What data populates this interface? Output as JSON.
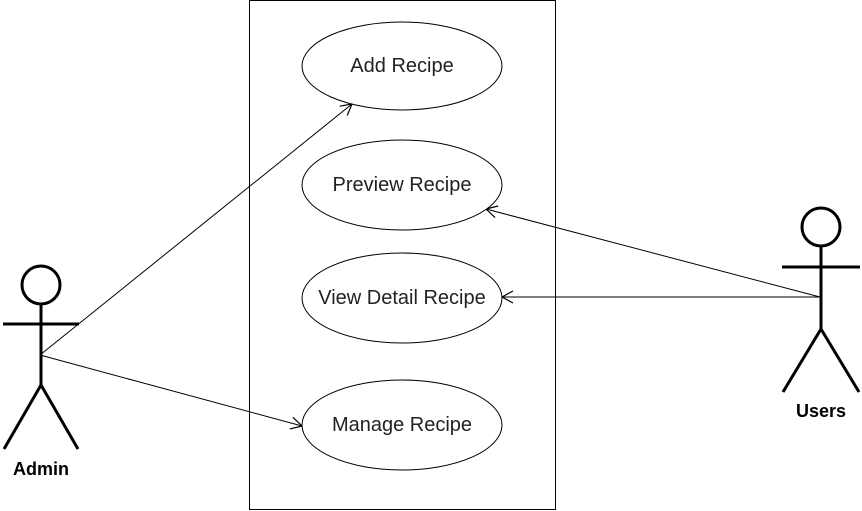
{
  "diagram": {
    "use_cases": [
      {
        "id": "add-recipe",
        "label": "Add Recipe"
      },
      {
        "id": "preview-recipe",
        "label": "Preview Recipe"
      },
      {
        "id": "view-detail-recipe",
        "label": "View Detail Recipe"
      },
      {
        "id": "manage-recipe",
        "label": "Manage Recipe"
      }
    ],
    "actors": [
      {
        "id": "admin",
        "label": "Admin"
      },
      {
        "id": "users",
        "label": "Users"
      }
    ],
    "associations": [
      {
        "from": "admin",
        "to": "add-recipe"
      },
      {
        "from": "admin",
        "to": "manage-recipe"
      },
      {
        "from": "users",
        "to": "preview-recipe"
      },
      {
        "from": "users",
        "to": "view-detail-recipe"
      }
    ],
    "colors": {
      "stroke": "#000000",
      "background": "#ffffff",
      "text": "#222222"
    }
  }
}
